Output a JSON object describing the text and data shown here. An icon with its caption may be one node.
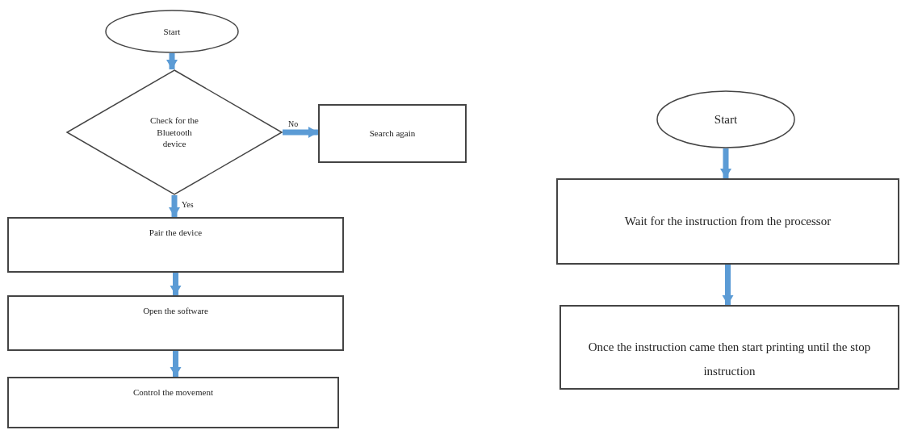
{
  "diagram": {
    "nodes": [
      {
        "text": [
          "Start"
        ]
      },
      {
        "text": [
          "Check for the Bluetooth device"
        ]
      },
      {
        "text": [
          "Search again"
        ]
      },
      {
        "text": [
          "Pair the device"
        ]
      },
      {
        "text": [
          "Open the software"
        ]
      },
      {
        "text": [
          "Control the movement"
        ]
      },
      {
        "text": [
          "Start"
        ]
      },
      {
        "text": [
          "Wait for the instruction from the processor"
        ]
      },
      {
        "text": [
          "Once the instruction came then start printing until the stop instruction"
        ]
      }
    ],
    "edges": [
      {
        "from": 0,
        "to": 1,
        "arrow": "to"
      },
      {
        "from": 1,
        "to": 2,
        "arrow": "to",
        "label": "No"
      },
      {
        "from": 1,
        "to": 3,
        "arrow": "to",
        "label": "Yes"
      },
      {
        "from": 3,
        "to": 4,
        "arrow": "to"
      },
      {
        "from": 4,
        "to": 5,
        "arrow": "to"
      },
      {
        "from": 6,
        "to": 7,
        "arrow": "to"
      },
      {
        "from": 7,
        "to": 8,
        "arrow": "to"
      }
    ]
  }
}
